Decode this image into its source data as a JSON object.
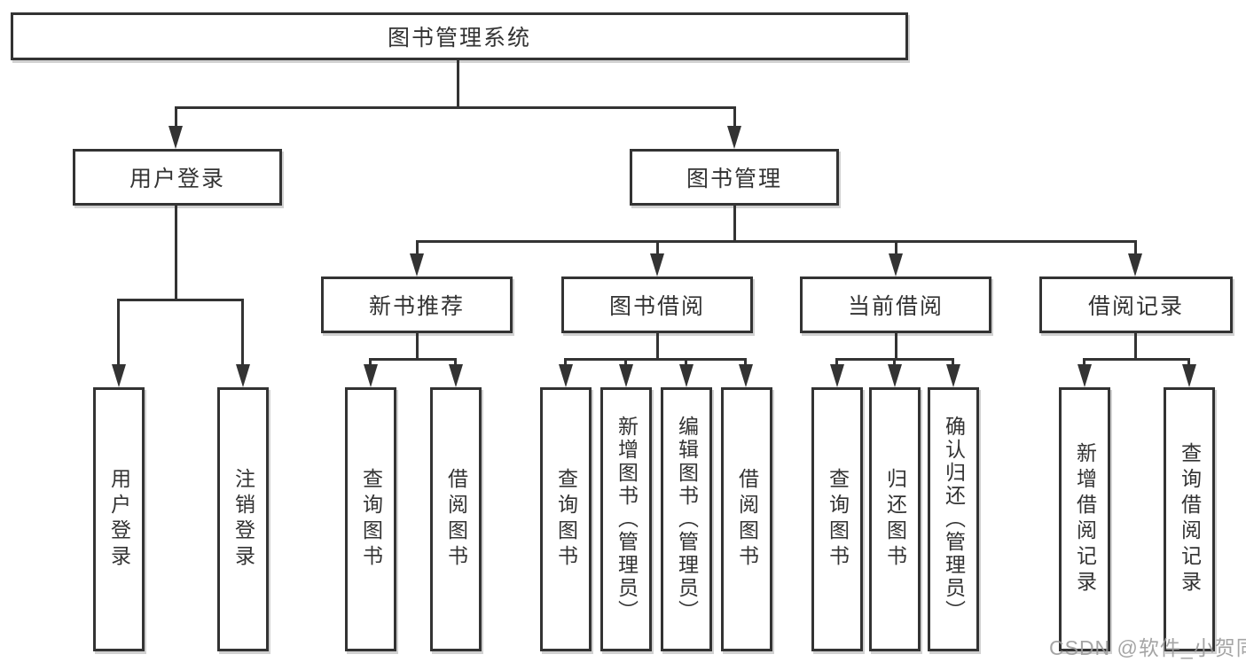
{
  "diagram": {
    "root": {
      "label": "图书管理系统"
    },
    "branches": [
      {
        "label": "用户登录",
        "children": [
          {
            "label": "用户登录"
          },
          {
            "label": "注销登录"
          }
        ]
      },
      {
        "label": "图书管理",
        "children": [
          {
            "label": "新书推荐",
            "children": [
              {
                "label": "查询图书"
              },
              {
                "label": "借阅图书"
              }
            ]
          },
          {
            "label": "图书借阅",
            "children": [
              {
                "label": "查询图书"
              },
              {
                "label": "新增图书（管理员）"
              },
              {
                "label": "编辑图书（管理员）"
              },
              {
                "label": "借阅图书"
              }
            ]
          },
          {
            "label": "当前借阅",
            "children": [
              {
                "label": "查询图书"
              },
              {
                "label": "归还图书"
              },
              {
                "label": "确认归还（管理员）"
              }
            ]
          },
          {
            "label": "借阅记录",
            "children": [
              {
                "label": "新增借阅记录"
              },
              {
                "label": "查询借阅记录"
              }
            ]
          }
        ]
      }
    ]
  },
  "watermark": {
    "text": "CSDN @软件_小贺同学"
  },
  "colors": {
    "line": "#333333",
    "text": "#333333",
    "box_background": "#ffffff",
    "watermark": "#9c9c9c",
    "background": "#ffffff"
  }
}
